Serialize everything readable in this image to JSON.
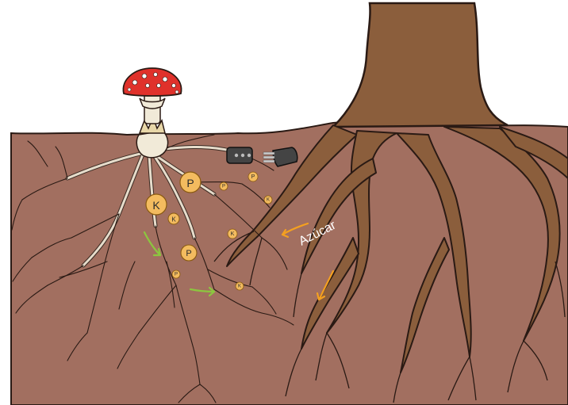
{
  "diagram": {
    "labels": {
      "sugar": "Azúcar",
      "phosphorus": "P",
      "potassium": "K"
    },
    "colors": {
      "soil": "#a26f60",
      "soil_edge": "#2a1a14",
      "tree": "#8b5e3c",
      "tree_dark": "#3a2418",
      "hypha": "#e6dccb",
      "hypha_outline": "#3a2a22",
      "nutrient": "#f3bb5f",
      "nutrient_edge": "#8a5a10",
      "sugar_arrow": "#f4a020",
      "nutrient_arrow": "#8cc63f",
      "mushroom_cap": "#e0312b",
      "mushroom_spots": "#ffffff",
      "stem": "#f1ead8"
    },
    "icons": [
      "mushroom-icon",
      "tree-icon",
      "hyphae-network",
      "connector-plug-icon",
      "connector-socket-icon"
    ]
  }
}
